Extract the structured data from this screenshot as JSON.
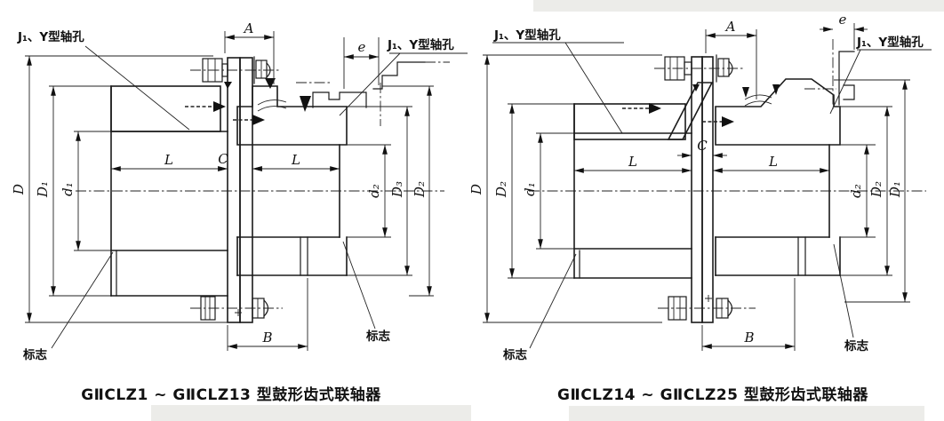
{
  "window": {
    "background": "#ffffff",
    "ink": "#1b1b1b",
    "shade": "#ecece9"
  },
  "diagrams": [
    {
      "id": "gii-clz1-13",
      "caption": "GⅡCLZ1 ~ GⅡCLZ13 型鼓形齿式联轴器",
      "labels": {
        "shaft_hole_top_left": "J₁、Y型轴孔",
        "shaft_hole_top_right": "J₁、Y型轴孔",
        "mark_bottom_left": "标志",
        "mark_bottom_right": "标志"
      },
      "dimensions": {
        "top_span": "A",
        "axial_clearance": "e",
        "left_vertical": [
          "D",
          "D₁",
          "d₁"
        ],
        "right_vertical": [
          "d₂",
          "D₃",
          "D₂"
        ],
        "hub_length_left": "L",
        "center_gap": "C",
        "hub_length_right": "L",
        "bottom_span": "B"
      }
    },
    {
      "id": "gii-clz14-25",
      "caption": "GⅡCLZ14 ~ GⅡCLZ25 型鼓形齿式联轴器",
      "labels": {
        "shaft_hole_top_left": "J₁、Y型轴孔",
        "shaft_hole_top_right": "J₁、Y型轴孔",
        "mark_bottom_left": "标志",
        "mark_bottom_right": "标志"
      },
      "dimensions": {
        "top_span": "A",
        "axial_clearance": "e",
        "left_vertical": [
          "D",
          "D₂",
          "d₁"
        ],
        "right_vertical": [
          "d₂",
          "D₂",
          "D₁"
        ],
        "hub_length_left": "L",
        "center_gap": "C",
        "hub_length_right": "L",
        "bottom_span": "B"
      }
    }
  ]
}
